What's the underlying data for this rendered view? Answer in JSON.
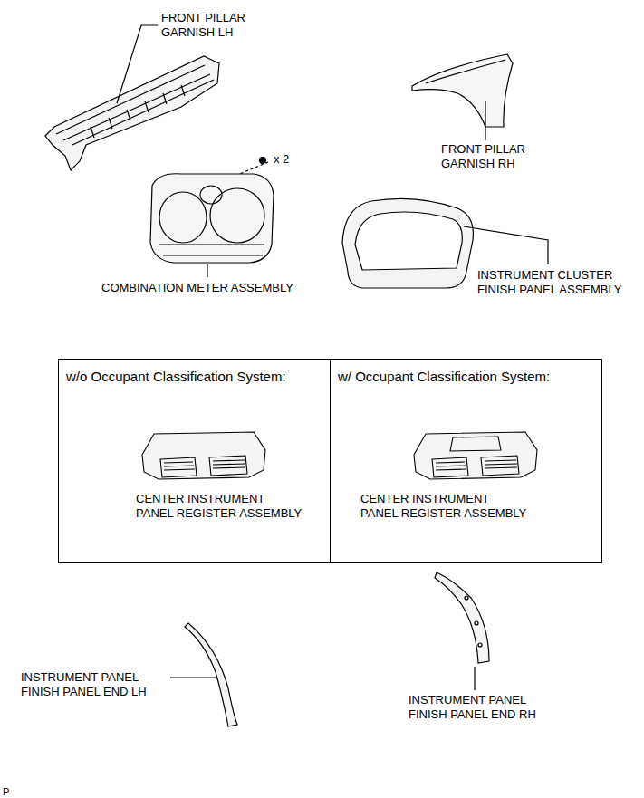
{
  "diagram": {
    "nodes": [
      {
        "text": [
          "w/o Occupant Classification System:",
          "CENTER INSTRUMENT PANEL REGISTER ASSEMBLY"
        ]
      },
      {
        "text": [
          "w/ Occupant Classification System:",
          "CENTER INSTRUMENT PANEL REGISTER ASSEMBLY"
        ]
      }
    ],
    "edges": [],
    "labels": [
      "FRONT PILLAR GARNISH LH",
      "FRONT PILLAR GARNISH RH",
      "x 2",
      "COMBINATION METER ASSEMBLY",
      "INSTRUMENT CLUSTER FINISH PANEL ASSEMBLY",
      "INSTRUMENT PANEL FINISH PANEL END LH",
      "INSTRUMENT PANEL FINISH PANEL END RH",
      "P"
    ]
  }
}
